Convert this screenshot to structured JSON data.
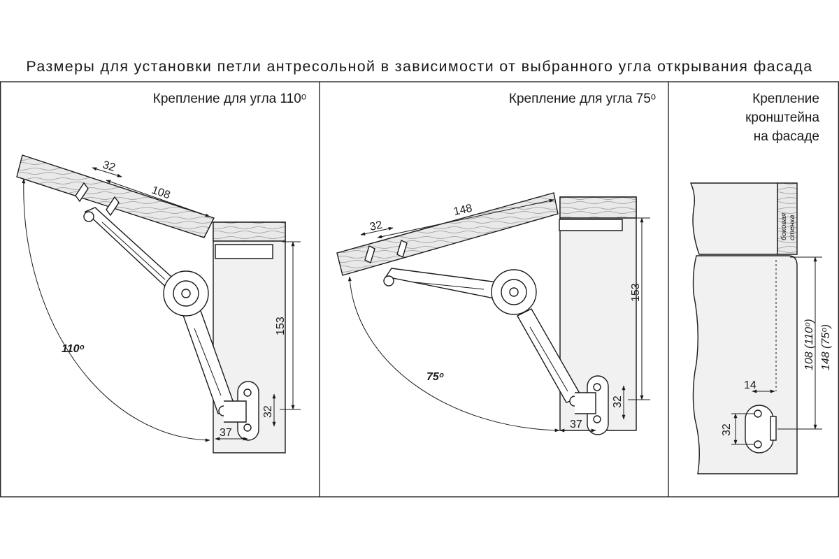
{
  "page_title": "Размеры для установки петли антресольной в зависимости от выбранного угла открывания фасада",
  "panels": [
    {
      "title": "Крепление для угла 110ᵒ",
      "dims": {
        "screw_spacing": "32",
        "flap_length": "108",
        "vertical": "153",
        "plate_spacing": "32",
        "offset": "37"
      },
      "angle": "110ᵒ"
    },
    {
      "title": "Крепление для угла 75ᵒ",
      "dims": {
        "screw_spacing": "32",
        "flap_length": "148",
        "vertical": "153",
        "plate_spacing": "32",
        "offset": "37"
      },
      "angle": "75ᵒ"
    },
    {
      "title_lines": [
        "Крепление",
        "кронштейна",
        "на фасаде"
      ],
      "side_wall_label": [
        "боковая",
        "стенка"
      ],
      "dims": {
        "offset": "14",
        "height_110": "108 (110ᵒ)",
        "height_75": "148 (75ᵒ)",
        "plate_spacing": "32"
      }
    }
  ],
  "colors": {
    "line": "#1a1a1a",
    "panel_fill": "#f1f1f1",
    "wood_fill": "#e9e9e9",
    "metal_fill": "#ffffff"
  }
}
